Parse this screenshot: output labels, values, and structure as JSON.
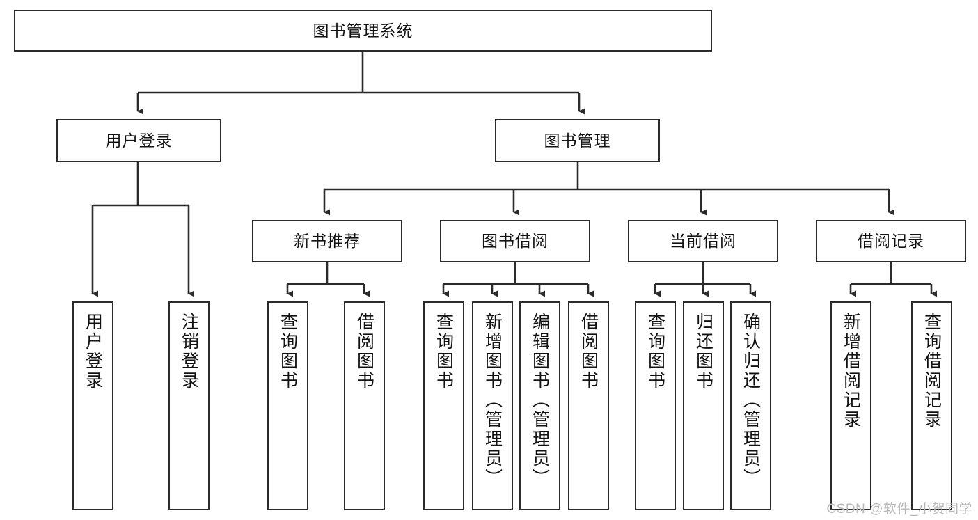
{
  "diagram": {
    "title_text": "图书管理系统",
    "type": "tree-hierarchy-diagram",
    "stroke_color": "#2b2b2b",
    "fill_color": "#ffffff",
    "text_color": "#111111",
    "watermark": "CSDN @软件_小贺同学",
    "levels": {
      "level1": [
        "图书管理系统"
      ],
      "level2": [
        "用户登录",
        "图书管理"
      ],
      "level3": [
        "新书推荐",
        "图书借阅",
        "当前借阅",
        "借阅记录"
      ],
      "level4": [
        "用户登录",
        "注销登录",
        "查询图书",
        "借阅图书",
        "查询图书",
        "新增图书（管理员）",
        "编辑图书（管理员）",
        "借阅图书",
        "查询图书",
        "归还图书",
        "确认归还（管理员）",
        "新增借阅记录",
        "查询借阅记录"
      ]
    },
    "nodes": {
      "root": {
        "label": "图书管理系统"
      },
      "user_login": {
        "label": "用户登录"
      },
      "book_manage": {
        "label": "图书管理"
      },
      "new_book_rec": {
        "label": "新书推荐"
      },
      "book_borrow": {
        "label": "图书借阅"
      },
      "current_borrow": {
        "label": "当前借阅"
      },
      "borrow_record": {
        "label": "借阅记录"
      },
      "leaf_user_login": {
        "label": "用户登录"
      },
      "leaf_logout": {
        "label": "注销登录"
      },
      "leaf_query_book_a": {
        "label": "查询图书"
      },
      "leaf_borrow_book_a": {
        "label": "借阅图书"
      },
      "leaf_query_book_b": {
        "label": "查询图书"
      },
      "leaf_add_book": {
        "label": "新增图书（管理员）"
      },
      "leaf_edit_book": {
        "label": "编辑图书（管理员）"
      },
      "leaf_borrow_book_b": {
        "label": "借阅图书"
      },
      "leaf_query_book_c": {
        "label": "查询图书"
      },
      "leaf_return_book": {
        "label": "归还图书"
      },
      "leaf_confirm_return": {
        "label": "确认归还（管理员）"
      },
      "leaf_add_record": {
        "label": "新增借阅记录"
      },
      "leaf_query_record": {
        "label": "查询借阅记录"
      }
    }
  }
}
